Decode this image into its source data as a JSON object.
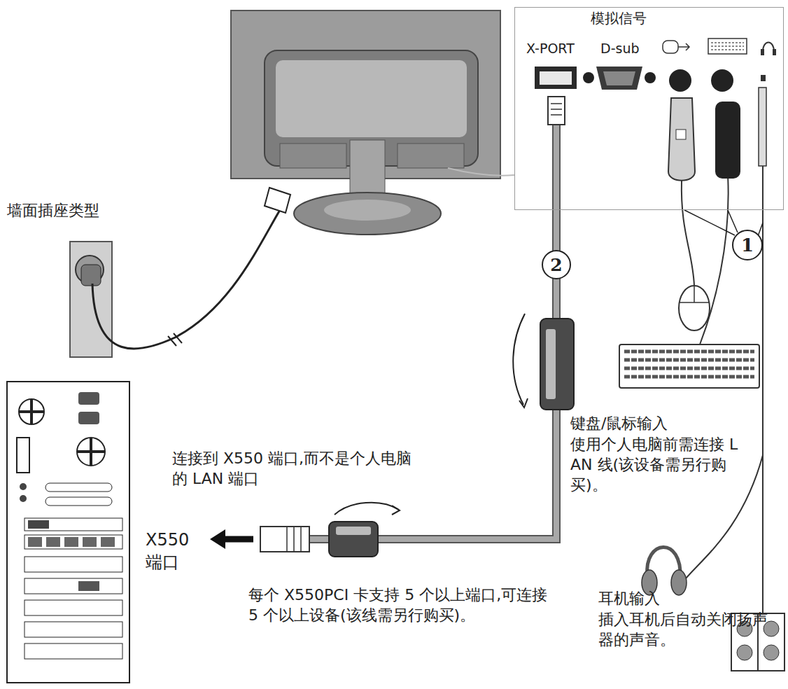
{
  "diagram": {
    "nodes": [
      {
        "text": [
          "模拟信号",
          "X-PORT",
          "D-sub"
        ]
      },
      {
        "text": [
          "1"
        ]
      },
      {
        "text": [
          "2"
        ]
      }
    ],
    "labels": [
      "墙面插座类型",
      "连接到 X550 端口,而不是个人电脑的 LAN 端口",
      "X550 端口",
      "每个 X550PCI 卡支持 5 个以上端口,可连接 5 个以上设备(该线需另行购买)。",
      "键盘/鼠标输入",
      "使用个人电脑前需连接 LAN 线(该设备需另行购买)。",
      "耳机输入",
      "插入耳机后自动关闭扬声器的声音。"
    ]
  }
}
